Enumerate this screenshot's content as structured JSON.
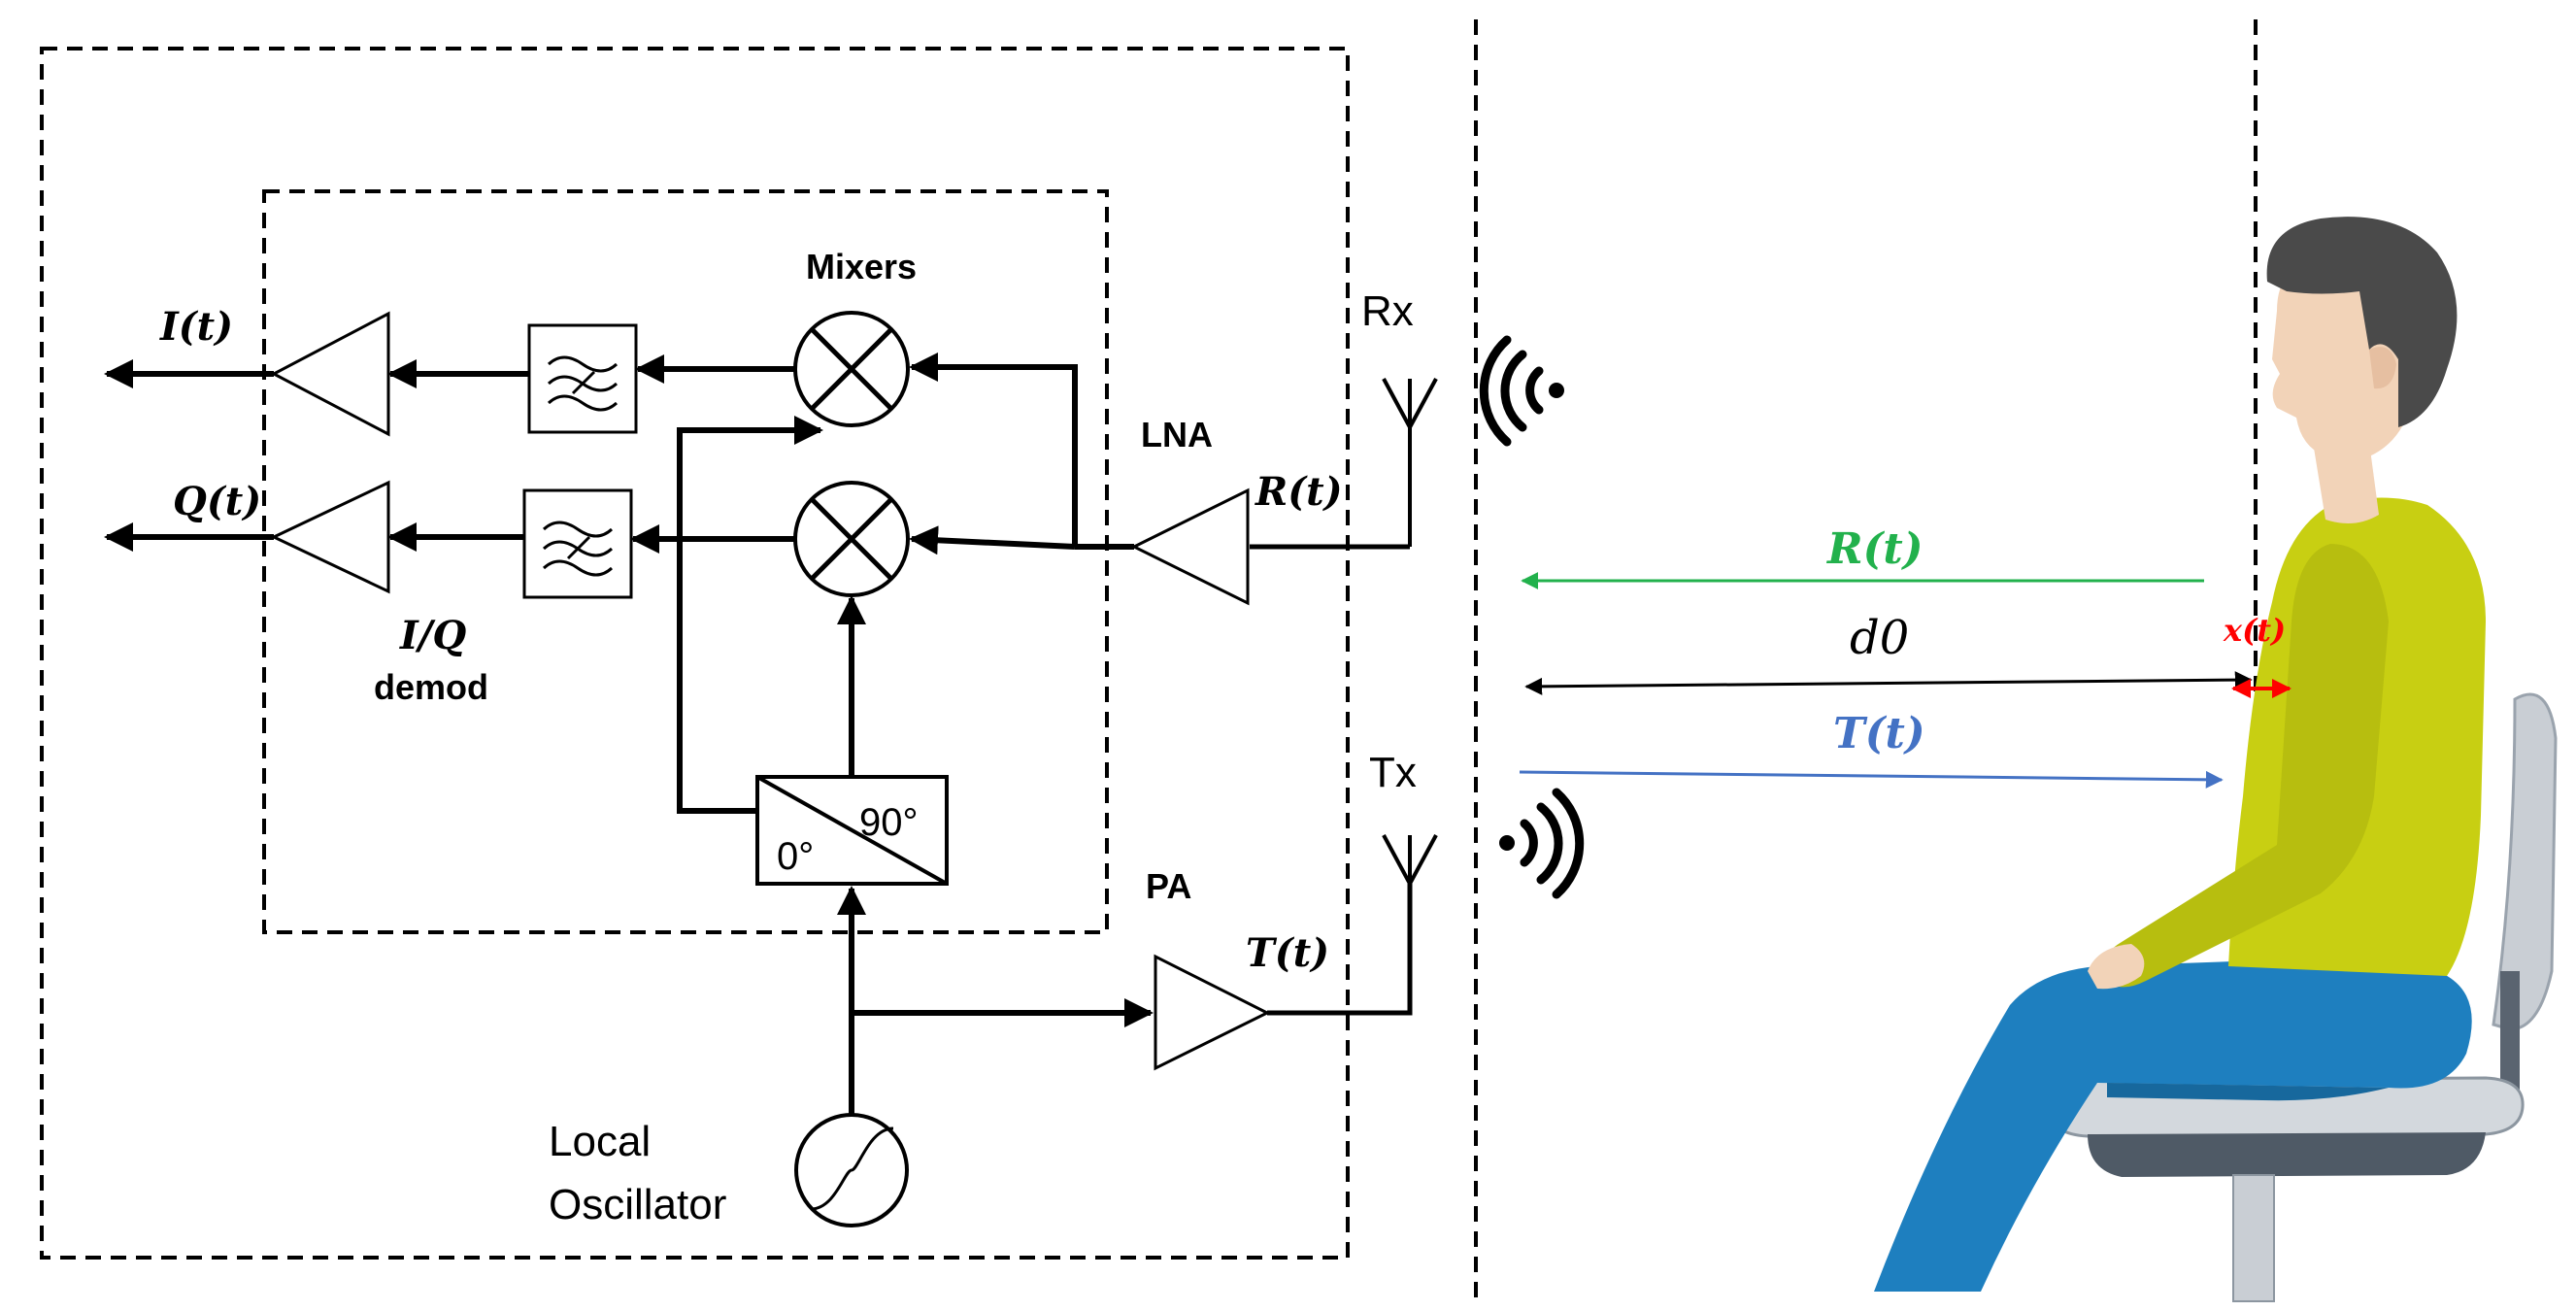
{
  "labels": {
    "mixers": "Mixers",
    "rx": "Rx",
    "tx": "Tx",
    "lna": "LNA",
    "pa": "PA",
    "iq_line1": "I/Q",
    "iq_line2": "demod",
    "local_line1": "Local",
    "local_line2": "Oscillator",
    "deg0": "0°",
    "deg90": "90°"
  },
  "signals": {
    "i_out": "I(t)",
    "q_out": "Q(t)",
    "r_lna": "R(t)",
    "t_pa": "T(t)",
    "r_path": "R(t)",
    "d0": "d0",
    "x_t": "x(t)",
    "t_path": "T(t)"
  },
  "colors": {
    "receive_path": "#22b14c",
    "transmit_path": "#4472c4",
    "displacement": "#ff0000",
    "distance": "#000000",
    "shirt": "#c8cf12",
    "jeans": "#1e7fbf",
    "hair": "#4a4a4a",
    "skin": "#f2d3b8",
    "chair": "#c9ced4"
  },
  "icons": {
    "rx_waves": "incoming-waves-icon",
    "tx_waves": "outgoing-waves-icon",
    "filter": "bandpass-filter-icon",
    "mixer": "mixer-icon",
    "oscillator": "sine-oscillator-icon"
  }
}
